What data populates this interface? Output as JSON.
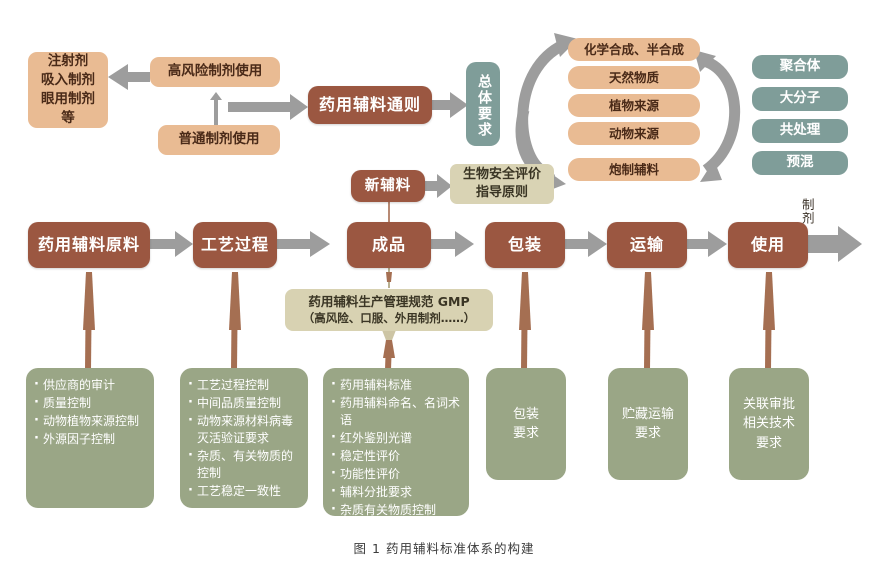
{
  "figure": {
    "caption": "图 1   药用辅料标准体系的构建"
  },
  "colors": {
    "brown": "#9b5741",
    "peach": "#e9bb93",
    "khaki": "#d9d3b4",
    "teal": "#7f9d99",
    "green": "#9aa686",
    "arrow_gray": "#9d9d9d"
  },
  "top_row": {
    "dosage_forms_box": "注射剂\n吸入制剂\n眼用制剂\n等",
    "high_risk_box": "高风险制剂使用",
    "ordinary_box": "普通制剂使用",
    "general_rules_box": "药用辅料通则",
    "overall_requirement_box": "总体要求"
  },
  "source_column": {
    "items": [
      "化学合成、半合成",
      "天然物质",
      "植物来源",
      "动物来源",
      "炮制辅料"
    ]
  },
  "type_column": {
    "items": [
      "聚合体",
      "大分子",
      "共处理",
      "预混"
    ]
  },
  "new_excipient": {
    "box": "新辅料",
    "guideline_box": "生物安全评价\n指导原则"
  },
  "gmp": {
    "line1": "药用辅料生产管理规范 GMP",
    "line2": "（高风险、口服、外用制剂……）"
  },
  "process_chain": {
    "steps": [
      "药用辅料原料",
      "工艺过程",
      "成品",
      "包装",
      "运输",
      "使用"
    ],
    "output_label": "制剂"
  },
  "requirement_boxes": [
    {
      "type": "list",
      "items": [
        "供应商的审计",
        "质量控制",
        "动物植物来源控制",
        "外源因子控制"
      ]
    },
    {
      "type": "list",
      "items": [
        "工艺过程控制",
        "中间品质量控制",
        "动物来源材料病毒灭活验证要求",
        "杂质、有关物质的控制",
        "工艺稳定一致性"
      ]
    },
    {
      "type": "list",
      "items": [
        "药用辅料标准",
        "药用辅料命名、名词术语",
        "红外鉴别光谱",
        "稳定性评价",
        "功能性评价",
        "辅料分批要求",
        "杂质有关物质控制"
      ]
    },
    {
      "type": "text",
      "text": "包装\n要求"
    },
    {
      "type": "text",
      "text": "贮藏运输\n要求"
    },
    {
      "type": "text",
      "text": "关联审批\n相关技术\n要求"
    }
  ]
}
